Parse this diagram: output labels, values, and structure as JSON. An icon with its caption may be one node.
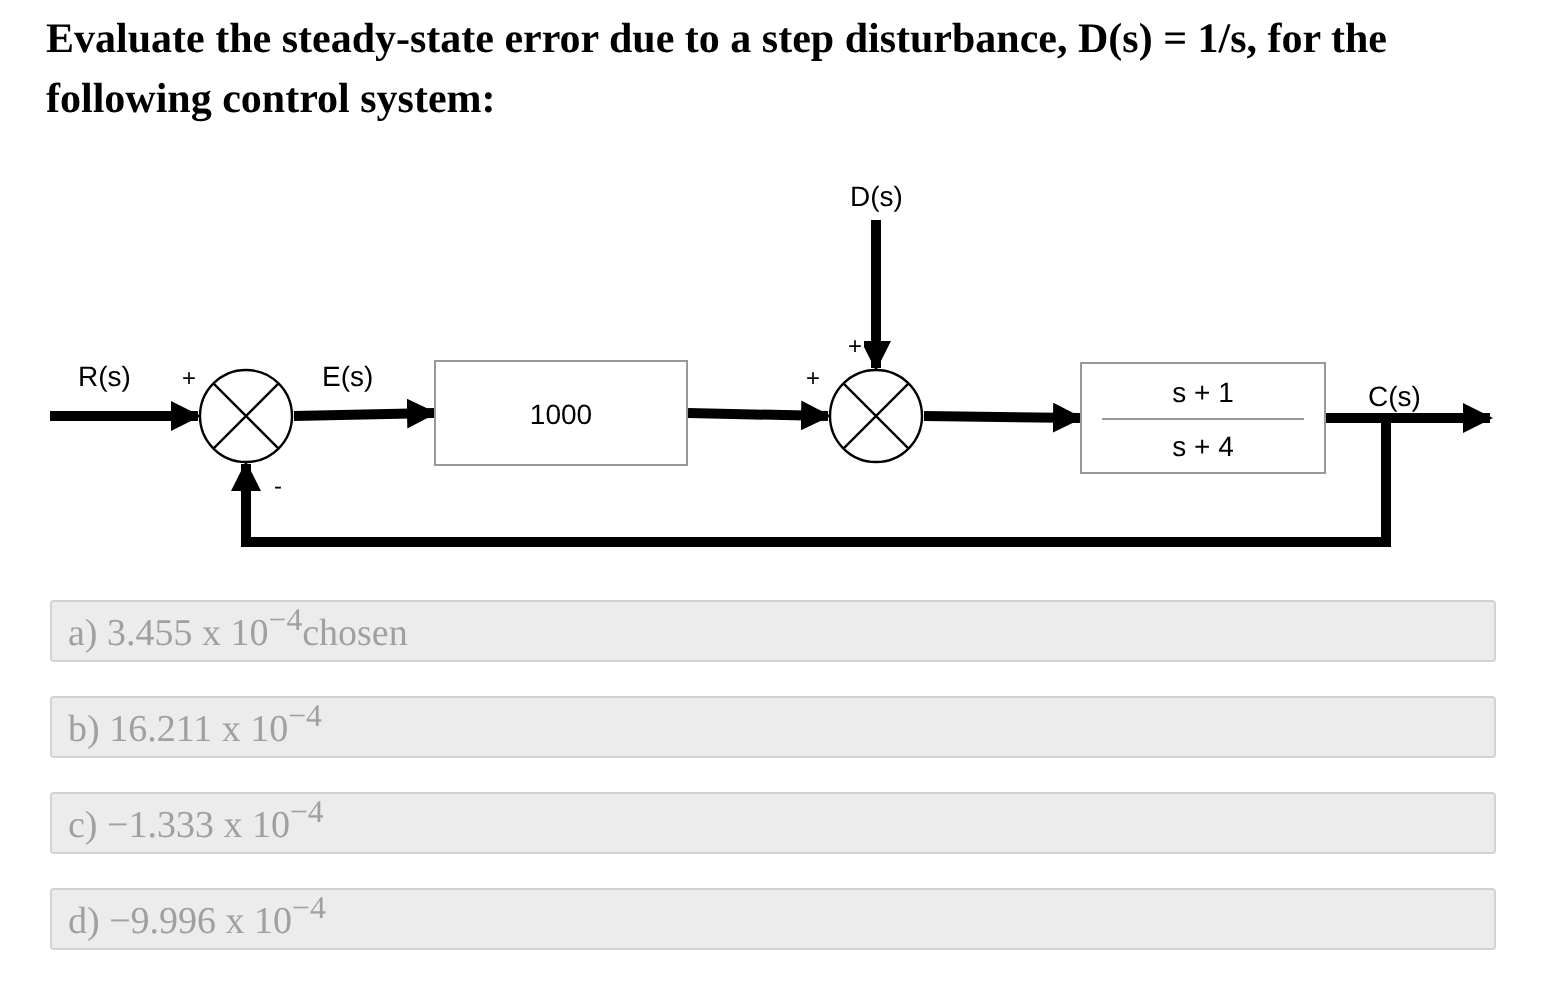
{
  "diagram": {
    "title": "Evaluate the steady-state error due to a step disturbance, D(s) = 1/s, for the following control system:",
    "nodes": [
      {
        "text": [],
        "shape": "circle",
        "beside": [
          "+",
          "-"
        ]
      },
      {
        "text": [
          "1000"
        ]
      },
      {
        "text": [],
        "shape": "circle",
        "beside": [
          "+",
          "+"
        ]
      },
      {
        "text": [
          "s + 1",
          "s + 4"
        ]
      },
      {
        "text": [
          "a) 3.455 x 10$^{−4}$chosen"
        ]
      },
      {
        "text": [
          "b) 16.211 x 10$^{−4}$"
        ]
      },
      {
        "text": [
          "c) −1.333 x 10$^{−4}$"
        ]
      },
      {
        "text": [
          "d) −9.996 x 10$^{−4}$"
        ]
      }
    ],
    "edges": [
      {
        "from": null,
        "to": 0,
        "arrow": "to",
        "label": "R(s)"
      },
      {
        "from": 0,
        "to": 1,
        "arrow": "to",
        "label": "E(s)"
      },
      {
        "from": 1,
        "to": 2,
        "arrow": "to"
      },
      {
        "from": null,
        "to": 2,
        "arrow": "to",
        "label": "D(s)"
      },
      {
        "from": 2,
        "to": 3,
        "arrow": "to"
      },
      {
        "from": 3,
        "to": null,
        "arrow": "to",
        "label": "C(s)"
      },
      {
        "from": 3,
        "to": 0,
        "arrow": "to"
      }
    ]
  }
}
